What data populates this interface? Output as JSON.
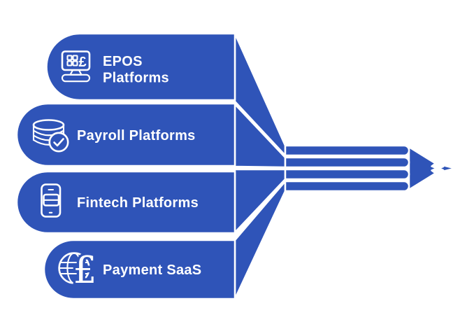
{
  "colors": {
    "accent": "#2F54B8",
    "label": "#FFFFFF"
  },
  "diagram": {
    "name": "platforms-funnel-pencil",
    "items": [
      {
        "icon": "epos-terminal-icon",
        "icon_currency": "£",
        "label_line1": "EPOS",
        "label_line2": "Platforms"
      },
      {
        "icon": "coins-check-icon",
        "label": "Payroll Platforms"
      },
      {
        "icon": "smartphone-card-icon",
        "label": "Fintech Platforms"
      },
      {
        "icon": "globe-pound-icon",
        "icon_currency": "£",
        "label": "Payment SaaS"
      }
    ]
  }
}
